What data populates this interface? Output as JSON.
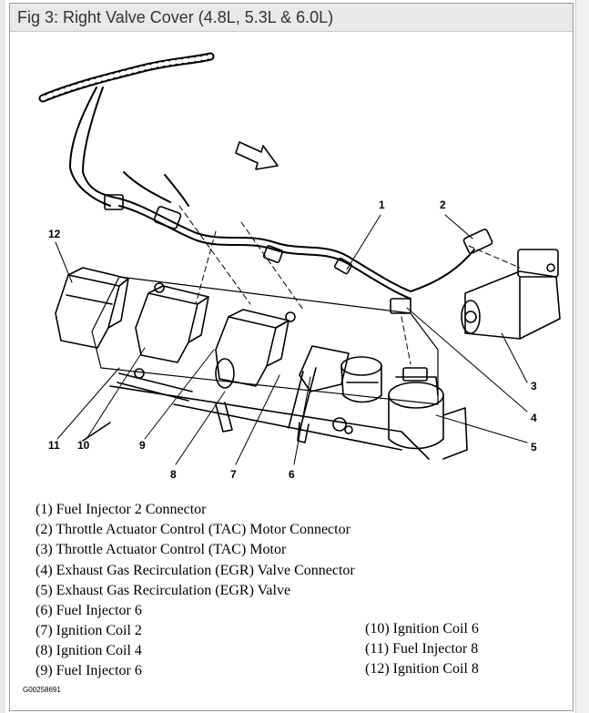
{
  "figure": {
    "title": "Fig 3: Right Valve Cover (4.8L, 5.3L & 6.0L)",
    "id": "G00258691"
  },
  "callouts": [
    "1",
    "2",
    "3",
    "4",
    "5",
    "6",
    "7",
    "8",
    "9",
    "10",
    "11",
    "12"
  ],
  "legend": [
    "(1) Fuel Injector 2 Connector",
    "(2) Throttle Actuator Control (TAC) Motor Connector",
    "(3) Throttle Actuator Control (TAC) Motor",
    "(4) Exhaust Gas Recirculation (EGR) Valve Connector",
    "(5) Exhaust Gas Recirculation (EGR) Valve",
    "(6) Fuel Injector 6",
    "(7) Ignition Coil 2",
    "(8) Ignition Coil 4",
    "(9) Fuel Injector 6",
    "(10) Ignition Coil 6",
    "(11) Fuel Injector 8",
    "(12) Ignition Coil 8"
  ]
}
